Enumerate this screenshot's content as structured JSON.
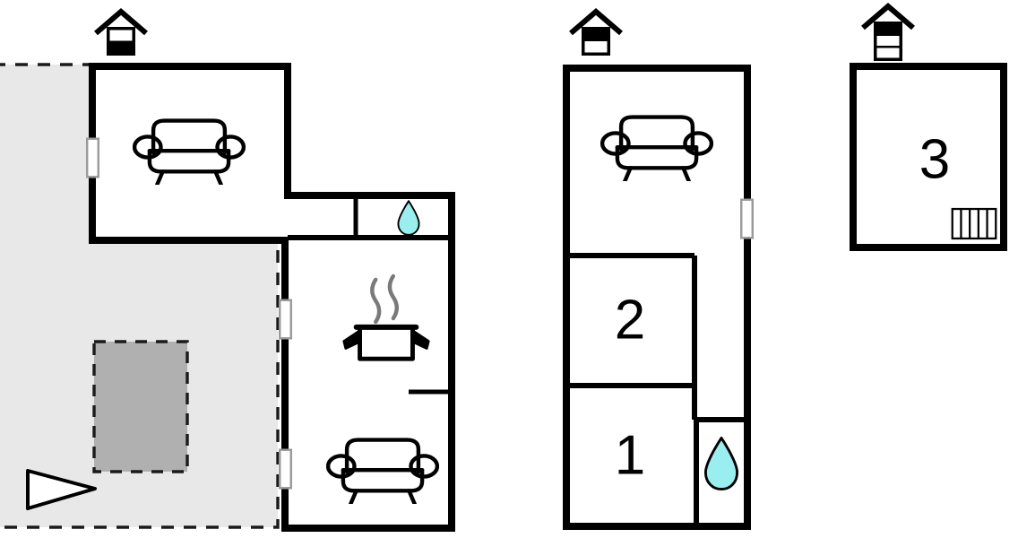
{
  "plan": {
    "title": "Holiday house floor plan",
    "background_color": "#ffffff",
    "wall_color": "#000000",
    "terrace_fill": "#e8e8e8",
    "terrace_border": "#1a1a1a",
    "inner_patch_fill": "#b0b0b0",
    "water_drop_color": "#9beef0",
    "door_fill": "#ffffff",
    "door_stroke": "#9a9a9a"
  },
  "buildings": [
    {
      "id": "building-ground-floor",
      "name": "ground-floor",
      "level_icon": "house-icon-ground-floor",
      "level_icon_filled_section": "bottom",
      "level_icon_sections": 2,
      "number_label": "",
      "rooms": [
        {
          "name": "living-room-upper",
          "icon": "sofa-icon",
          "label": ""
        },
        {
          "name": "hall-strip-left",
          "icon": "",
          "label": ""
        },
        {
          "name": "bathroom-strip-right",
          "icon": "water-drop-icon",
          "label": ""
        },
        {
          "name": "kitchen-area",
          "icon": "cooking-pot-icon",
          "label": ""
        },
        {
          "name": "living-room-lower",
          "icon": "sofa-icon",
          "label": ""
        }
      ],
      "terrace": {
        "name": "terrace",
        "icon": "triangle-marker-icon",
        "inner_patch": "inner-patch"
      },
      "doors": [
        {
          "name": "door-left-wall-upper"
        },
        {
          "name": "door-mid-wall-upper"
        },
        {
          "name": "door-mid-wall-lower"
        }
      ]
    },
    {
      "id": "building-first-floor",
      "name": "first-floor",
      "level_icon": "house-icon-first-floor",
      "level_icon_filled_section": "top",
      "level_icon_sections": 2,
      "number_label": "",
      "rooms": [
        {
          "name": "living-room",
          "icon": "sofa-icon",
          "label": ""
        },
        {
          "name": "bedroom-2",
          "icon": "",
          "label": "2"
        },
        {
          "name": "bedroom-1",
          "icon": "",
          "label": "1"
        },
        {
          "name": "bathroom",
          "icon": "water-drop-icon",
          "label": ""
        }
      ],
      "doors": [
        {
          "name": "door-right-wall"
        }
      ]
    },
    {
      "id": "building-second-floor",
      "name": "second-floor",
      "level_icon": "house-icon-second-floor",
      "level_icon_filled_section": "top",
      "level_icon_sections": 3,
      "number_label": "3",
      "rooms": [
        {
          "name": "bedroom-3",
          "icon": "radiator-icon",
          "label": "3"
        }
      ],
      "doors": []
    }
  ],
  "labels": {
    "room_1": "1",
    "room_2": "2",
    "room_3": "3"
  },
  "icons": {
    "sofa": "sofa-icon",
    "cooking_pot": "cooking-pot-icon",
    "water_drop": "water-drop-icon",
    "radiator": "radiator-icon",
    "house_level": "house-icon",
    "triangle_marker": "triangle-marker-icon"
  }
}
